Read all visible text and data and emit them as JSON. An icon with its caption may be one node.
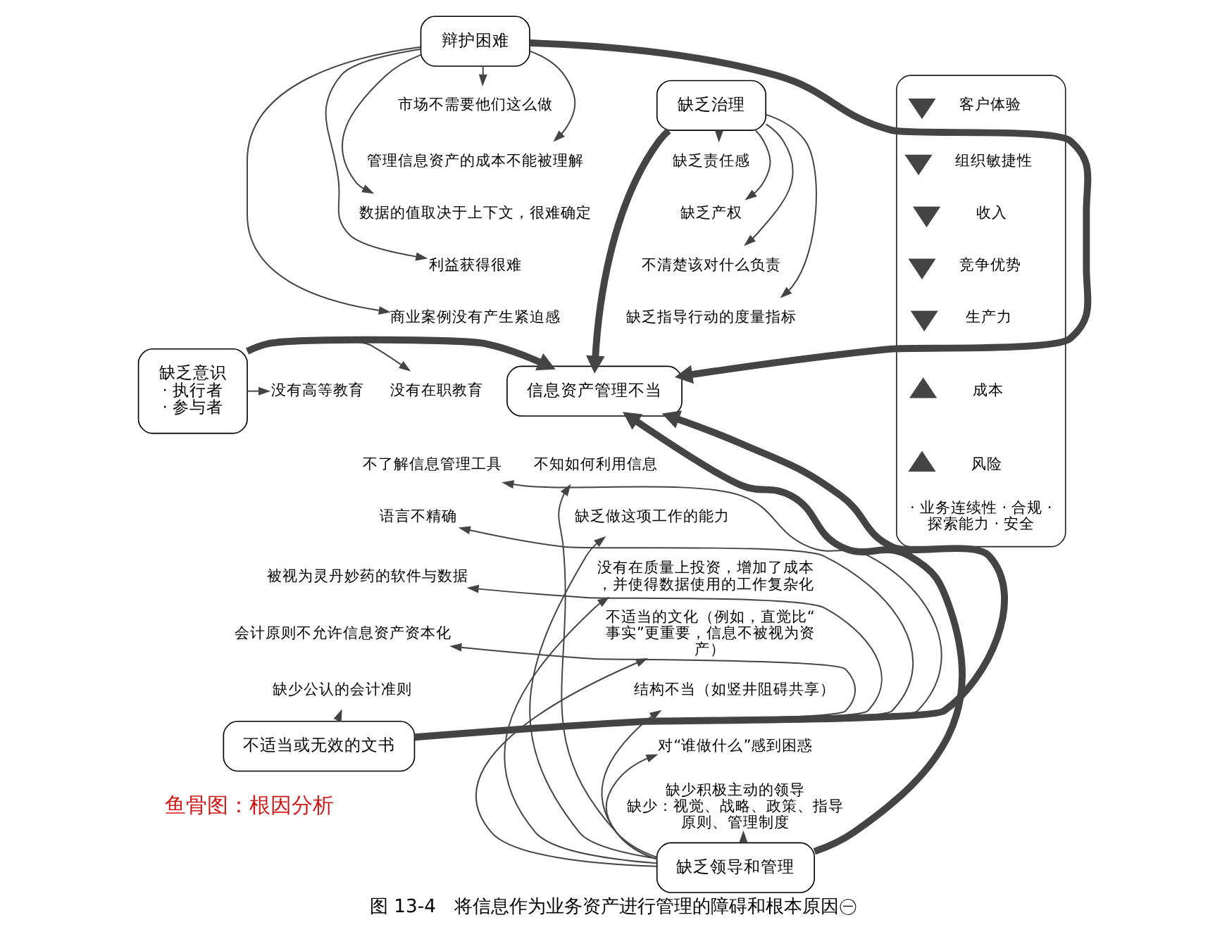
{
  "diagram": {
    "caption": "图 13-4　将信息作为业务资产进行管理的障碍和根本原因㊀",
    "nodes": [
      {
        "text": [
          "缺乏治理"
        ]
      },
      {
        "text": [
          "辩护困难"
        ]
      },
      {
        "text": [
          "缺乏责任感"
        ]
      },
      {
        "text": [
          "缺乏产权"
        ]
      },
      {
        "text": [
          "不清楚该对什么负责"
        ]
      },
      {
        "text": [
          "缺乏指导行动的度量指标"
        ]
      },
      {
        "text": [
          "市场不需要他们这么做"
        ]
      },
      {
        "text": [
          "管理信息资产的成本不能被理解"
        ]
      },
      {
        "text": [
          "数据的值取决于上下文，很难确定"
        ]
      },
      {
        "text": [
          "利益获得很难"
        ]
      },
      {
        "text": [
          "商业案例没有产生紧迫感"
        ]
      },
      {
        "text": [
          "缺乏意识",
          "· 执行者",
          "· 参与者"
        ]
      },
      {
        "text": [
          "没有高等教育"
        ]
      },
      {
        "text": [
          "没有在职教育"
        ]
      },
      {
        "text": [
          "信息资产管理不当"
        ]
      },
      {
        "text": [
          "不知如何利用信息"
        ]
      },
      {
        "text": [
          "缺乏做这项工作的能力"
        ]
      },
      {
        "text": [
          "没有在质量上投资，增加了成本，并使得数据使用的工作复杂化"
        ]
      },
      {
        "text": [
          "不适当的文化（例如，直觉比“事实”更重要，信息不被视为资产）"
        ]
      },
      {
        "text": [
          "结构不当（如竖井阻碍共享）"
        ]
      },
      {
        "text": [
          "对“谁做什么”感到困惑"
        ]
      },
      {
        "text": [
          "缺少积极主动的领导",
          "缺少：视觉、战略、政策、指导原则、管理制度"
        ]
      },
      {
        "text": [
          "不了解信息管理工具"
        ]
      },
      {
        "text": [
          "语言不精确"
        ]
      },
      {
        "text": [
          "被视为灵丹妙药的软件与数据"
        ]
      },
      {
        "text": [
          "会计原则不允许信息资产资本化"
        ]
      },
      {
        "text": [
          "缺少公认的会计准则"
        ]
      },
      {
        "text": [
          "缺乏领导和管理"
        ]
      },
      {
        "text": [
          "不适当或无效的文书"
        ]
      },
      {
        "text": [],
        "shape": "box"
      },
      {
        "text": [
          "客户体验"
        ],
        "in": 29
      },
      {
        "text": [
          "组织敏捷性"
        ],
        "in": 29
      },
      {
        "text": [
          "收入"
        ],
        "in": 29
      },
      {
        "text": [
          "竞争优势"
        ],
        "in": 29
      },
      {
        "text": [
          "生产力"
        ],
        "in": 29
      },
      {
        "text": [
          "成本"
        ],
        "in": 29
      },
      {
        "text": [
          "风险"
        ],
        "in": 29
      },
      {
        "text": [
          "· 业务连续性 · 合规 · 探索能力 · 安全"
        ],
        "in": 29
      }
    ],
    "edges": [
      {
        "from": 0,
        "to": 14,
        "arrow": "to",
        "style": "thick"
      },
      {
        "from": 1,
        "to": 14,
        "arrow": "to",
        "style": "thick"
      },
      {
        "from": 11,
        "to": 14,
        "arrow": "to",
        "style": "thick"
      },
      {
        "from": 27,
        "to": 14,
        "arrow": "to",
        "style": "thick"
      },
      {
        "from": 28,
        "to": 14,
        "arrow": "to",
        "style": "thick"
      },
      {
        "from": 0,
        "to": 2,
        "arrow": "to"
      },
      {
        "from": 0,
        "to": 3,
        "arrow": "to"
      },
      {
        "from": 0,
        "to": 4,
        "arrow": "to"
      },
      {
        "from": 0,
        "to": 5,
        "arrow": "to"
      },
      {
        "from": 1,
        "to": 6,
        "arrow": "to"
      },
      {
        "from": 1,
        "to": 7,
        "arrow": "to"
      },
      {
        "from": 1,
        "to": 8,
        "arrow": "to"
      },
      {
        "from": 1,
        "to": 9,
        "arrow": "to"
      },
      {
        "from": 1,
        "to": 10,
        "arrow": "to"
      },
      {
        "from": 11,
        "to": 12,
        "arrow": "to"
      },
      {
        "from": 11,
        "to": 13,
        "arrow": "to"
      },
      {
        "from": 27,
        "to": 15,
        "arrow": "to"
      },
      {
        "from": 27,
        "to": 16,
        "arrow": "to"
      },
      {
        "from": 27,
        "to": 17,
        "arrow": "to"
      },
      {
        "from": 27,
        "to": 18,
        "arrow": "to"
      },
      {
        "from": 27,
        "to": 19,
        "arrow": "to"
      },
      {
        "from": 27,
        "to": 20,
        "arrow": "to"
      },
      {
        "from": 27,
        "to": 21,
        "arrow": "to"
      },
      {
        "from": 28,
        "to": 22,
        "arrow": "to"
      },
      {
        "from": 28,
        "to": 23,
        "arrow": "to"
      },
      {
        "from": 28,
        "to": 24,
        "arrow": "to"
      },
      {
        "from": 28,
        "to": 25,
        "arrow": "to"
      },
      {
        "from": 28,
        "to": 26,
        "arrow": "to"
      }
    ],
    "labels": [
      "鱼骨图：根因分析"
    ]
  }
}
